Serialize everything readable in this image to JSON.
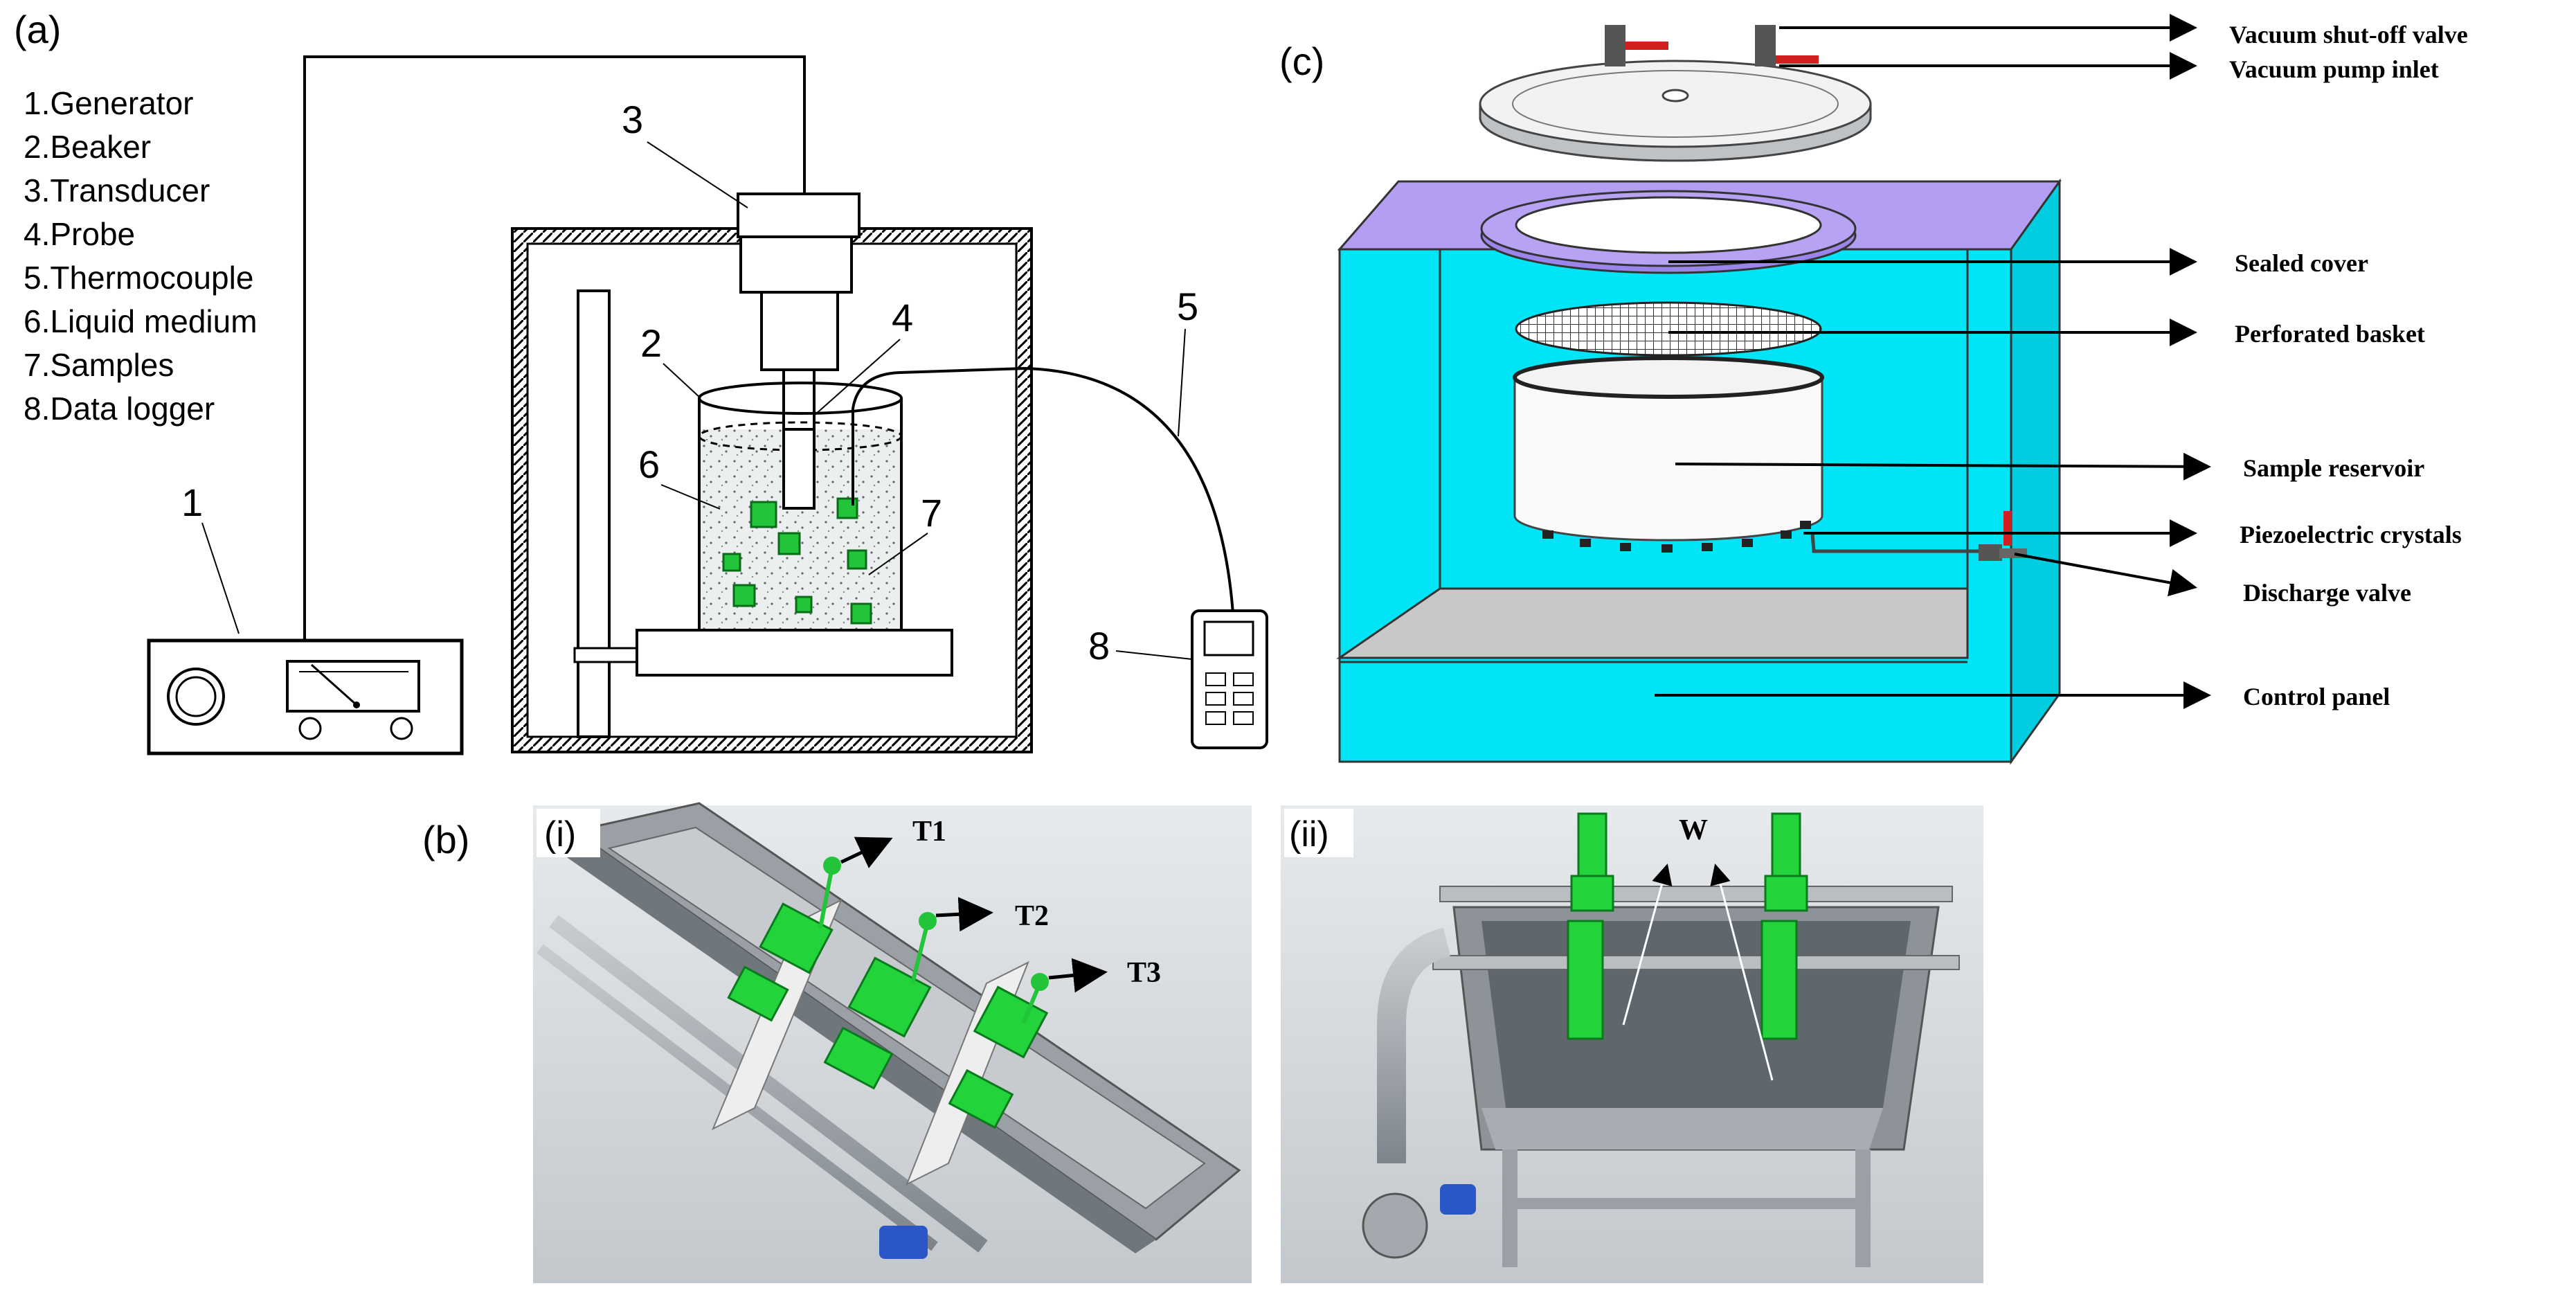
{
  "panel_labels": {
    "a": "(a)",
    "b": "(b)",
    "c": "(c)",
    "b_i": "(i)",
    "b_ii": "(ii)"
  },
  "legend_a": [
    "1.Generator",
    "2.Beaker",
    "3.Transducer",
    "4.Probe",
    "5.Thermocouple",
    "6.Liquid medium",
    "7.Samples",
    "8.Data logger"
  ],
  "callouts_a": {
    "n1": "1",
    "n2": "2",
    "n3": "3",
    "n4": "4",
    "n5": "5",
    "n6": "6",
    "n7": "7",
    "n8": "8"
  },
  "labels_c": {
    "vacuum_shutoff_valve": "Vacuum shut-off valve",
    "vacuum_pump_inlet": "Vacuum pump inlet",
    "sealed_cover": "Sealed cover",
    "perforated_basket": "Perforated basket",
    "sample_reservoir": "Sample reservoir",
    "piezoelectric_crystals": "Piezoelectric crystals",
    "discharge_valve": "Discharge valve",
    "control_panel": "Control panel"
  },
  "labels_b": {
    "t1": "T1",
    "t2": "T2",
    "t3": "T3",
    "w": "W"
  },
  "colors": {
    "cabinet_cyan": "#00e5f5",
    "cabinet_top": "#b39ef2",
    "sample_green": "#22c43a",
    "render_bg": "#d9dde0",
    "steel": "#8f959b",
    "arrow": "#000000"
  }
}
